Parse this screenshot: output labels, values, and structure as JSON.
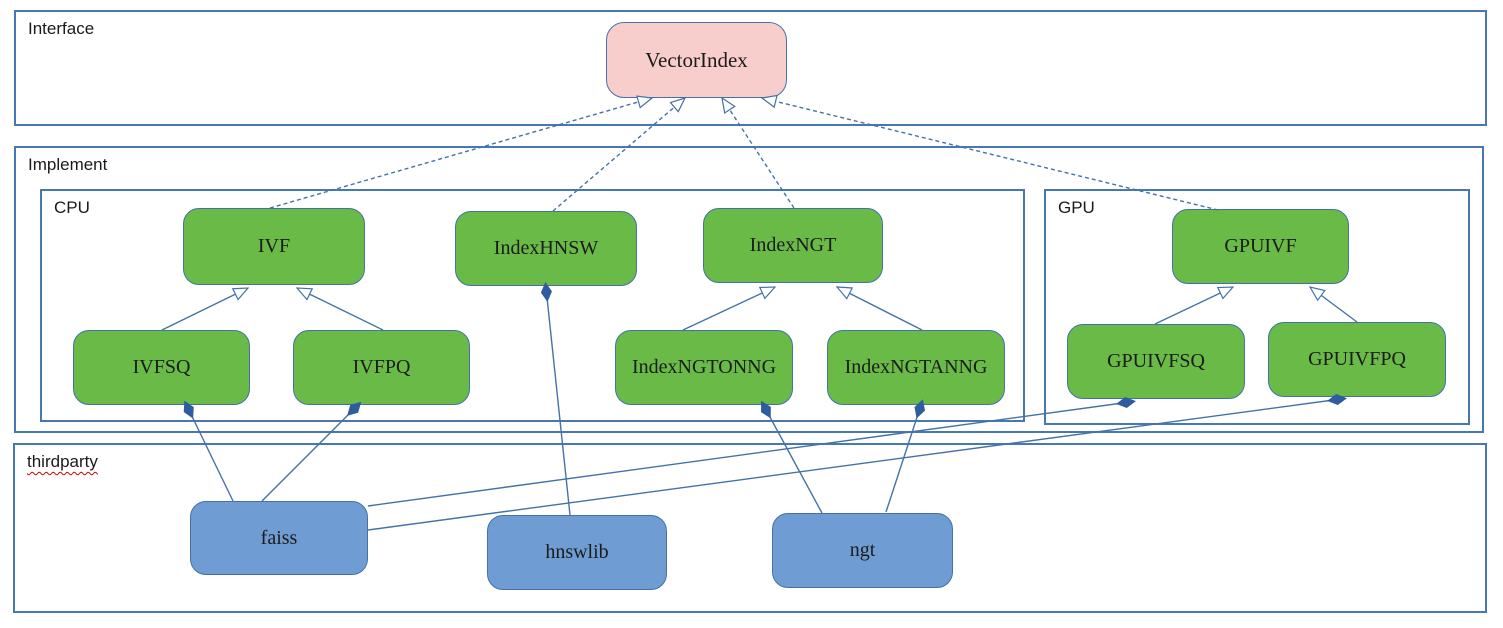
{
  "containers": {
    "interface": {
      "label": "Interface"
    },
    "implement": {
      "label": "Implement"
    },
    "cpu": {
      "label": "CPU"
    },
    "gpu": {
      "label": "GPU"
    },
    "thirdparty": {
      "label": "thirdparty"
    }
  },
  "nodes": {
    "vectorindex": {
      "label": "VectorIndex",
      "kind": "interface",
      "container": "interface"
    },
    "ivf": {
      "label": "IVF",
      "kind": "class",
      "container": "cpu"
    },
    "indexhnsw": {
      "label": "IndexHNSW",
      "kind": "class",
      "container": "cpu"
    },
    "indexngt": {
      "label": "IndexNGT",
      "kind": "class",
      "container": "cpu"
    },
    "ivfsq": {
      "label": "IVFSQ",
      "kind": "class",
      "container": "cpu"
    },
    "ivfpq": {
      "label": "IVFPQ",
      "kind": "class",
      "container": "cpu"
    },
    "indexngtonng": {
      "label": "IndexNGTONNG",
      "kind": "class",
      "container": "cpu"
    },
    "indexngtanng": {
      "label": "IndexNGTANNG",
      "kind": "class",
      "container": "cpu"
    },
    "gpuivf": {
      "label": "GPUIVF",
      "kind": "class",
      "container": "gpu"
    },
    "gpuivfsq": {
      "label": "GPUIVFSQ",
      "kind": "class",
      "container": "gpu"
    },
    "gpuivfpq": {
      "label": "GPUIVFPQ",
      "kind": "class",
      "container": "gpu"
    },
    "faiss": {
      "label": "faiss",
      "kind": "thirdparty",
      "container": "thirdparty"
    },
    "hnswlib": {
      "label": "hnswlib",
      "kind": "thirdparty",
      "container": "thirdparty"
    },
    "ngt": {
      "label": "ngt",
      "kind": "thirdparty",
      "container": "thirdparty"
    }
  },
  "edges": [
    {
      "from": "ivf",
      "to": "vectorindex",
      "type": "realization",
      "line": "dashed",
      "marker": "open-arrow-at-target"
    },
    {
      "from": "indexhnsw",
      "to": "vectorindex",
      "type": "realization",
      "line": "dashed",
      "marker": "open-arrow-at-target"
    },
    {
      "from": "indexngt",
      "to": "vectorindex",
      "type": "realization",
      "line": "dashed",
      "marker": "open-arrow-at-target"
    },
    {
      "from": "gpuivf",
      "to": "vectorindex",
      "type": "realization",
      "line": "dashed",
      "marker": "open-arrow-at-target"
    },
    {
      "from": "ivfsq",
      "to": "ivf",
      "type": "generalization",
      "line": "solid",
      "marker": "open-arrow-at-target"
    },
    {
      "from": "ivfpq",
      "to": "ivf",
      "type": "generalization",
      "line": "solid",
      "marker": "open-arrow-at-target"
    },
    {
      "from": "indexngtonng",
      "to": "indexngt",
      "type": "generalization",
      "line": "solid",
      "marker": "open-arrow-at-target"
    },
    {
      "from": "indexngtanng",
      "to": "indexngt",
      "type": "generalization",
      "line": "solid",
      "marker": "open-arrow-at-target"
    },
    {
      "from": "gpuivfsq",
      "to": "gpuivf",
      "type": "generalization",
      "line": "solid",
      "marker": "open-arrow-at-target"
    },
    {
      "from": "gpuivfpq",
      "to": "gpuivf",
      "type": "generalization",
      "line": "solid",
      "marker": "open-arrow-at-target"
    },
    {
      "from": "faiss",
      "to": "ivfsq",
      "type": "aggregation",
      "line": "solid",
      "marker": "filled-diamond-at-target"
    },
    {
      "from": "faiss",
      "to": "ivfpq",
      "type": "aggregation",
      "line": "solid",
      "marker": "filled-diamond-at-target"
    },
    {
      "from": "faiss",
      "to": "gpuivfsq",
      "type": "aggregation",
      "line": "solid",
      "marker": "filled-diamond-at-target"
    },
    {
      "from": "faiss",
      "to": "gpuivfpq",
      "type": "aggregation",
      "line": "solid",
      "marker": "filled-diamond-at-target"
    },
    {
      "from": "hnswlib",
      "to": "indexhnsw",
      "type": "aggregation",
      "line": "solid",
      "marker": "filled-diamond-at-target"
    },
    {
      "from": "ngt",
      "to": "indexngtonng",
      "type": "aggregation",
      "line": "solid",
      "marker": "filled-diamond-at-target"
    },
    {
      "from": "ngt",
      "to": "indexngtanng",
      "type": "aggregation",
      "line": "solid",
      "marker": "filled-diamond-at-target"
    }
  ],
  "colors": {
    "class_fill": "#6aba47",
    "thirdparty_fill": "#6f9cd2",
    "interface_fill": "#f8cecc",
    "stroke": "#4472a8",
    "diamond": "#2e5c9e",
    "container_border": "#4878b4",
    "text": "#1a1a1a",
    "spellcheck_underline": "#cc0000"
  }
}
